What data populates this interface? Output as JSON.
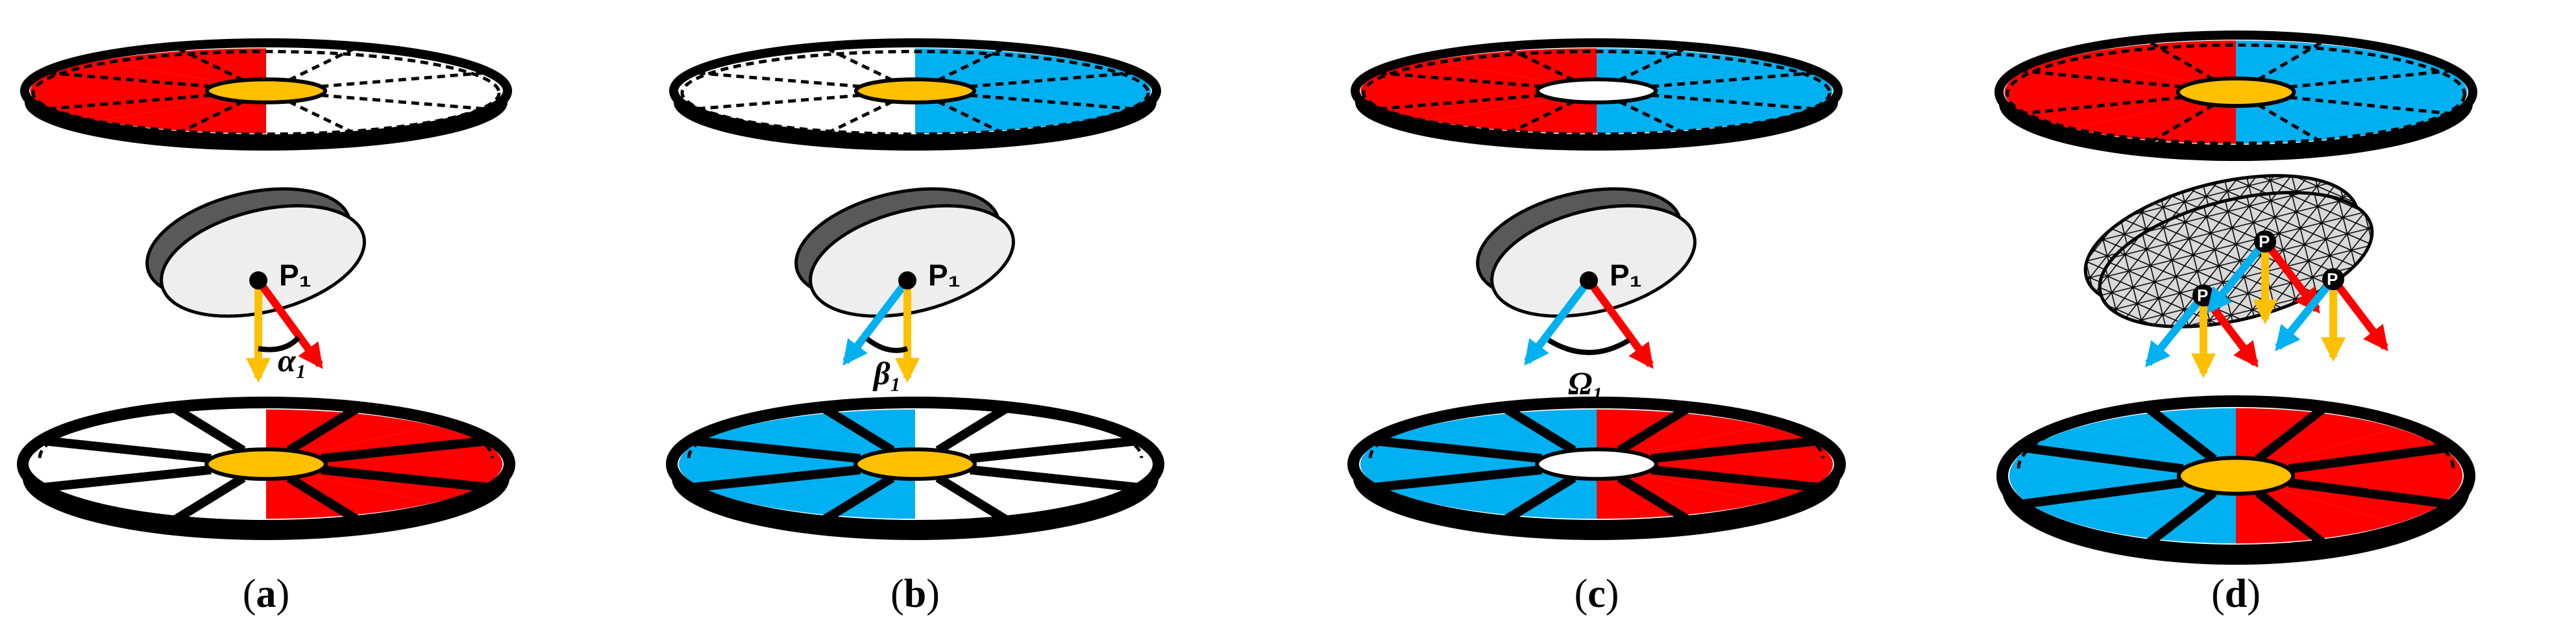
{
  "colors": {
    "red": "#ff0000",
    "blue": "#00b0f0",
    "yellow": "#ffc000",
    "black": "#000000",
    "body_light": "#eeeeee",
    "body_dark": "#595959"
  },
  "panels": [
    {
      "caption": {
        "open": "(",
        "letter": "a",
        "close": ")"
      },
      "point_label": "P₁",
      "angle_label": "α₁",
      "top_disc": {
        "left": "red",
        "right": "none",
        "center": "yellow"
      },
      "bottom_disc": {
        "left": "none",
        "right": "red",
        "center": "yellow"
      },
      "arrows": [
        "yellow",
        "red"
      ]
    },
    {
      "caption": {
        "open": "(",
        "letter": "b",
        "close": ")"
      },
      "point_label": "P₁",
      "angle_label": "β₁",
      "top_disc": {
        "left": "none",
        "right": "blue",
        "center": "yellow"
      },
      "bottom_disc": {
        "left": "blue",
        "right": "none",
        "center": "yellow"
      },
      "arrows": [
        "blue",
        "yellow"
      ]
    },
    {
      "caption": {
        "open": "(",
        "letter": "c",
        "close": ")"
      },
      "point_label": "P₁",
      "angle_label": "Ω₁",
      "top_disc": {
        "left": "red",
        "right": "blue",
        "center": "white"
      },
      "bottom_disc": {
        "left": "blue",
        "right": "red",
        "center": "white"
      },
      "arrows": [
        "blue",
        "red"
      ]
    },
    {
      "caption": {
        "open": "(",
        "letter": "d",
        "close": ")"
      },
      "point_label": "P",
      "angle_label": "",
      "top_disc": {
        "left": "red",
        "right": "blue",
        "center": "yellow"
      },
      "bottom_disc": {
        "left": "blue",
        "right": "red",
        "center": "yellow"
      },
      "arrows": [
        "blue",
        "yellow",
        "red"
      ]
    }
  ]
}
